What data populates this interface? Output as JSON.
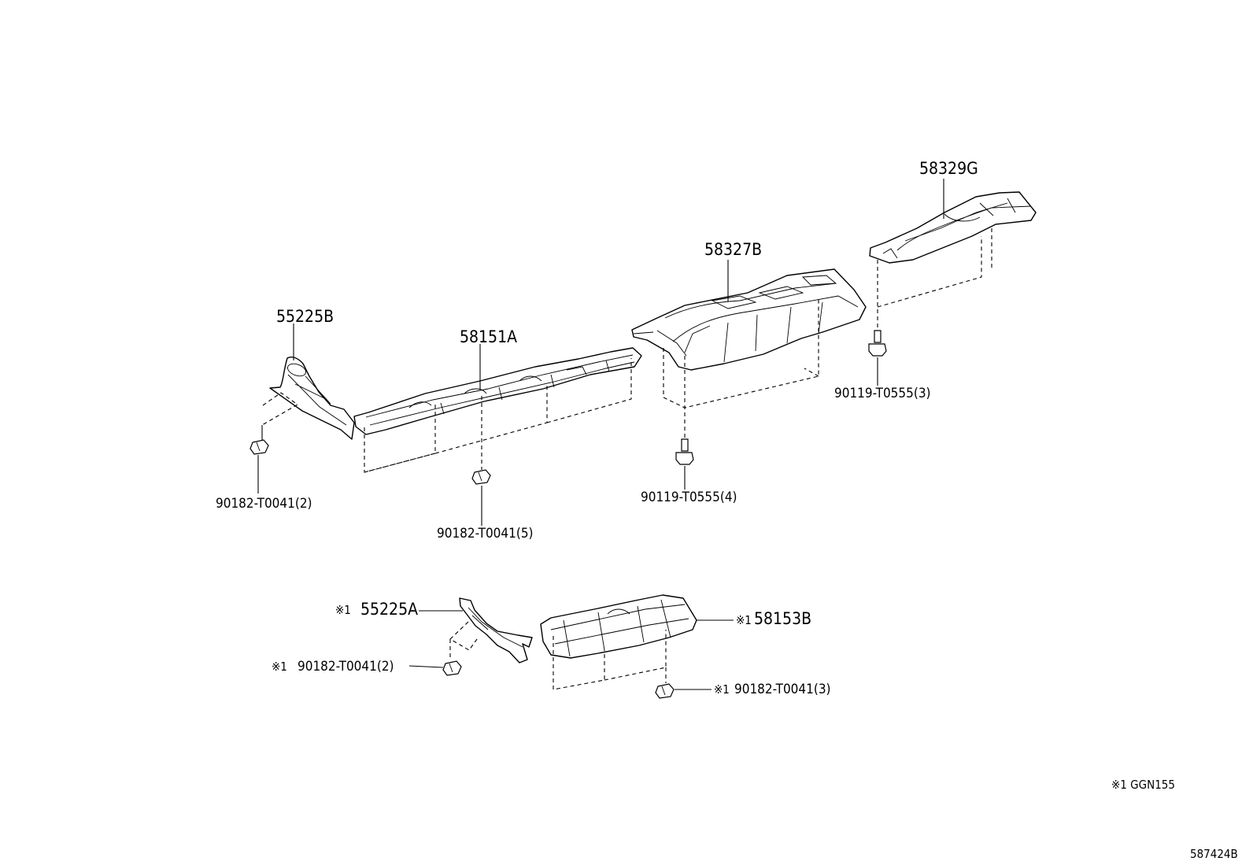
{
  "parts": {
    "p55225B": "55225B",
    "p58151A": "58151A",
    "p58327B": "58327B",
    "p58329G": "58329G",
    "p55225A": "55225A",
    "p58153B": "58153B"
  },
  "fasteners": {
    "f1": "90182-T0041(2)",
    "f2": "90182-T0041(5)",
    "f3": "90119-T0555(4)",
    "f4": "90119-T0555(3)",
    "f5": "90182-T0041(2)",
    "f6": "90182-T0041(3)"
  },
  "note_mark": "※1",
  "footnote": "※1 GGN155",
  "diagram_id": "587424B"
}
